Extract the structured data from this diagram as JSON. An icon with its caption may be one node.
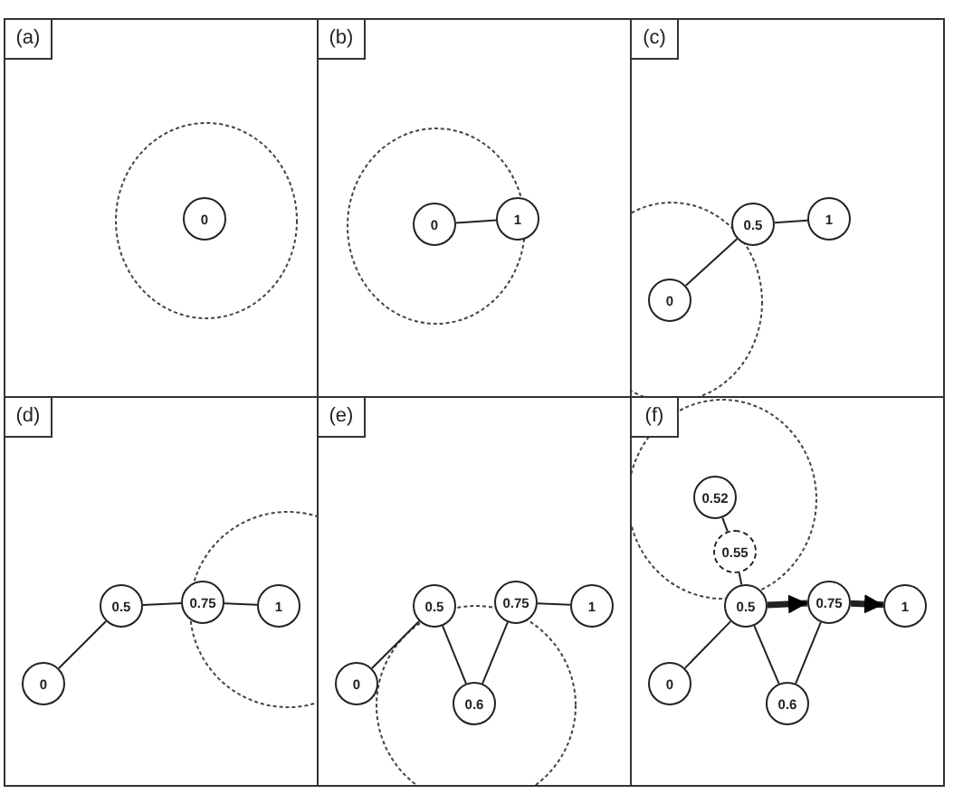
{
  "diagram": {
    "nodes": [
      {
        "text": [
          "(a)"
        ]
      },
      {
        "text": [
          "0"
        ],
        "in": 0
      },
      {
        "text": [
          "(b)"
        ]
      },
      {
        "text": [
          "0"
        ],
        "in": 2
      },
      {
        "text": [
          "1"
        ],
        "in": 2
      },
      {
        "text": [
          "(c)"
        ]
      },
      {
        "text": [
          "0.5"
        ],
        "in": 5
      },
      {
        "text": [
          "1"
        ],
        "in": 5
      },
      {
        "text": [
          "0"
        ],
        "in": 5
      },
      {
        "text": [
          "(d)"
        ]
      },
      {
        "text": [
          "0.5"
        ],
        "in": 9
      },
      {
        "text": [
          "0.75"
        ],
        "in": 9
      },
      {
        "text": [
          "1"
        ],
        "in": 9
      },
      {
        "text": [
          "0"
        ],
        "in": 9
      },
      {
        "text": [
          "(e)"
        ]
      },
      {
        "text": [
          "0.5"
        ],
        "in": 14
      },
      {
        "text": [
          "0.75"
        ],
        "in": 14
      },
      {
        "text": [
          "1"
        ],
        "in": 14
      },
      {
        "text": [
          "0"
        ],
        "in": 14
      },
      {
        "text": [
          "0.6"
        ],
        "in": 14
      },
      {
        "text": [
          "(f)"
        ]
      },
      {
        "text": [
          "0.52"
        ],
        "in": 20
      },
      {
        "text": [
          "0.55"
        ],
        "in": 20
      },
      {
        "text": [
          "0.5"
        ],
        "in": 20
      },
      {
        "text": [
          "0.75"
        ],
        "in": 20
      },
      {
        "text": [
          "1"
        ],
        "in": 20
      },
      {
        "text": [
          "0"
        ],
        "in": 20
      },
      {
        "text": [
          "0.6"
        ],
        "in": 20
      }
    ],
    "edges": [
      {
        "from": 3,
        "to": 4,
        "arrow": "none"
      },
      {
        "from": 8,
        "to": 6,
        "arrow": "none"
      },
      {
        "from": 6,
        "to": 7,
        "arrow": "none"
      },
      {
        "from": 13,
        "to": 10,
        "arrow": "none"
      },
      {
        "from": 10,
        "to": 11,
        "arrow": "none"
      },
      {
        "from": 11,
        "to": 12,
        "arrow": "none"
      },
      {
        "from": 18,
        "to": 15,
        "arrow": "none"
      },
      {
        "from": 15,
        "to": 19,
        "arrow": "none"
      },
      {
        "from": 19,
        "to": 16,
        "arrow": "none"
      },
      {
        "from": 16,
        "to": 17,
        "arrow": "none"
      },
      {
        "from": 21,
        "to": 22,
        "arrow": "none"
      },
      {
        "from": 22,
        "to": 23,
        "arrow": "none"
      },
      {
        "from": 23,
        "to": 24,
        "arrow": "to",
        "style": "thick"
      },
      {
        "from": 24,
        "to": 25,
        "arrow": "to",
        "style": "thick"
      },
      {
        "from": 26,
        "to": 23,
        "arrow": "none"
      },
      {
        "from": 23,
        "to": 27,
        "arrow": "none"
      },
      {
        "from": 27,
        "to": 24,
        "arrow": "none"
      }
    ]
  }
}
